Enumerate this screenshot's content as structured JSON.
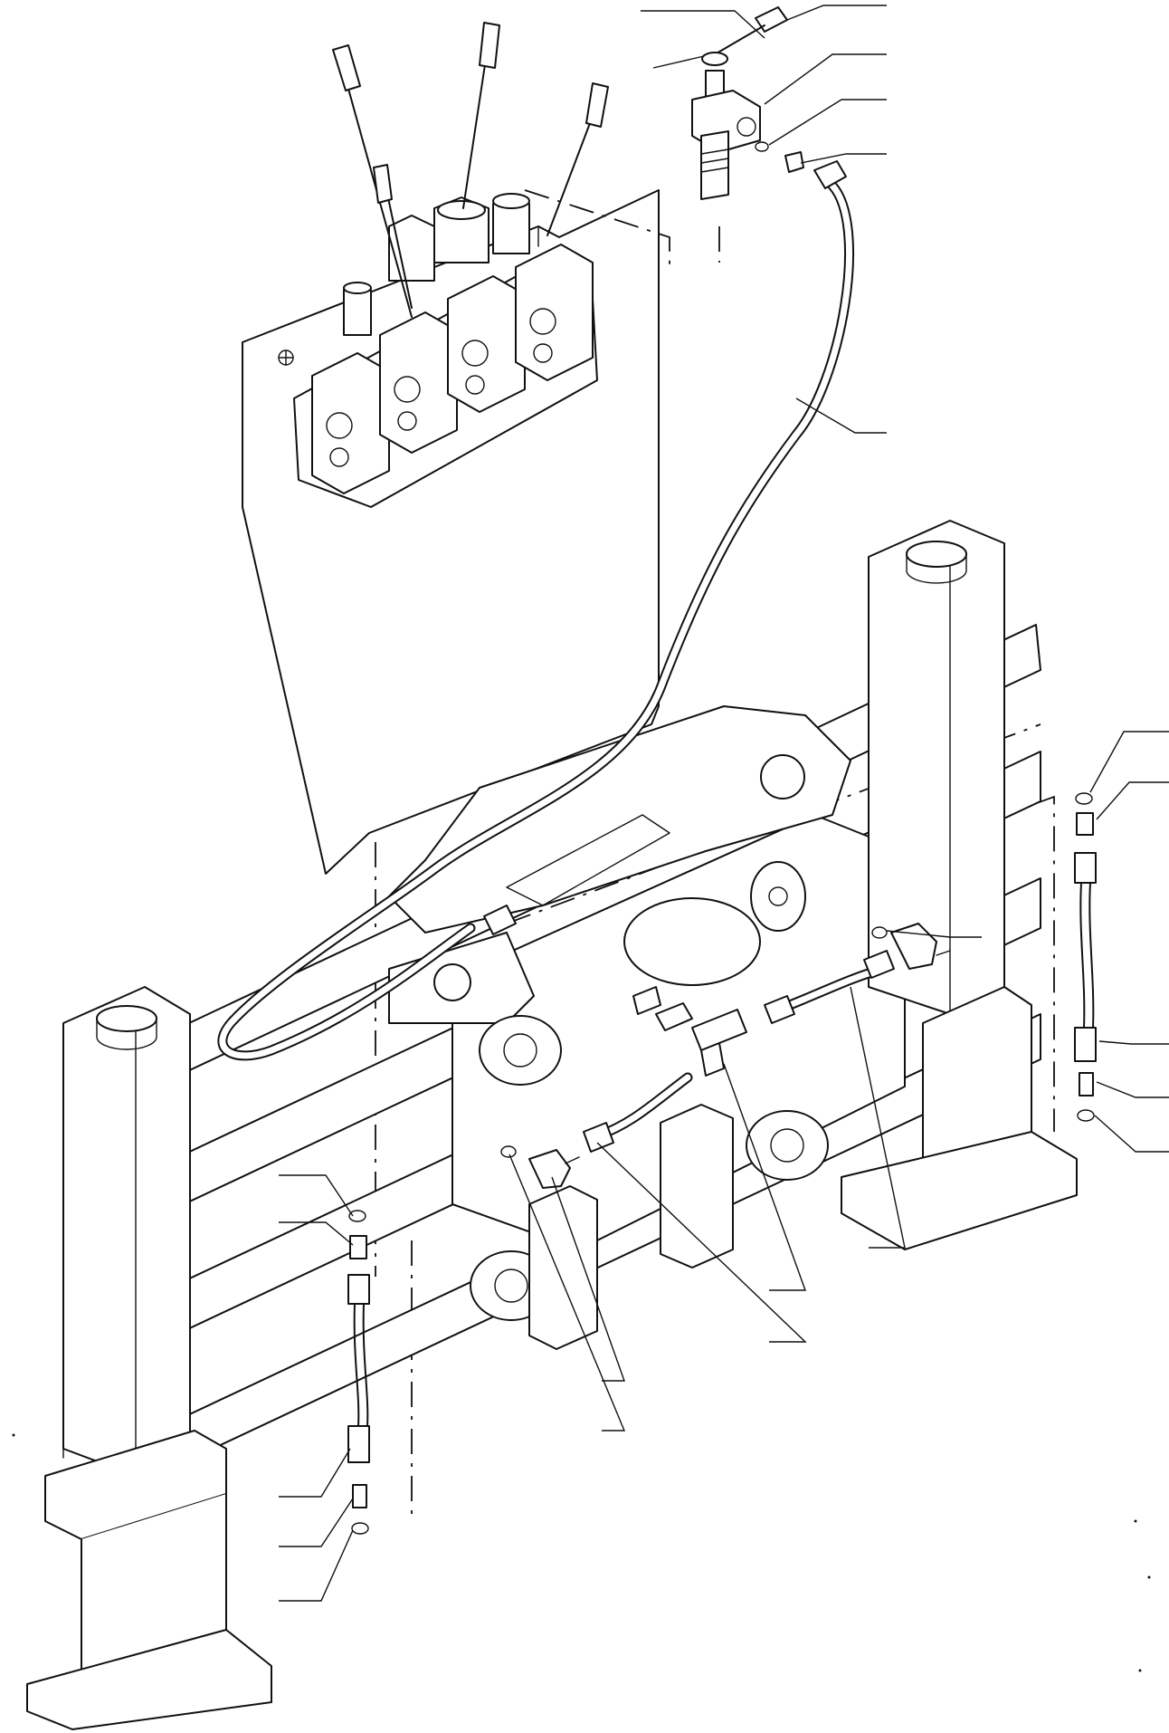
{
  "figure": {
    "background": "#ffffff",
    "line_color": "#111111"
  },
  "components": {
    "control_valve": "control-valve-bank",
    "control_levers": [
      "lever-1",
      "lever-2",
      "lever-3",
      "lever-4"
    ],
    "hand_lever_valve": "hand-lever-valve",
    "main_hose": "hydraulic-hose-long",
    "fork_carriage": "fork-carriage-frame",
    "left_fork": "left-fork-upright",
    "right_fork": "right-fork-upright",
    "left_cylinder_hose": "left-side-hose",
    "right_cylinder_hose": "right-side-hose",
    "tee_fitting": "tee-fitting",
    "elbow_fittings": [
      "elbow-left",
      "elbow-right"
    ]
  },
  "callouts": {
    "count": 20,
    "labels": []
  }
}
